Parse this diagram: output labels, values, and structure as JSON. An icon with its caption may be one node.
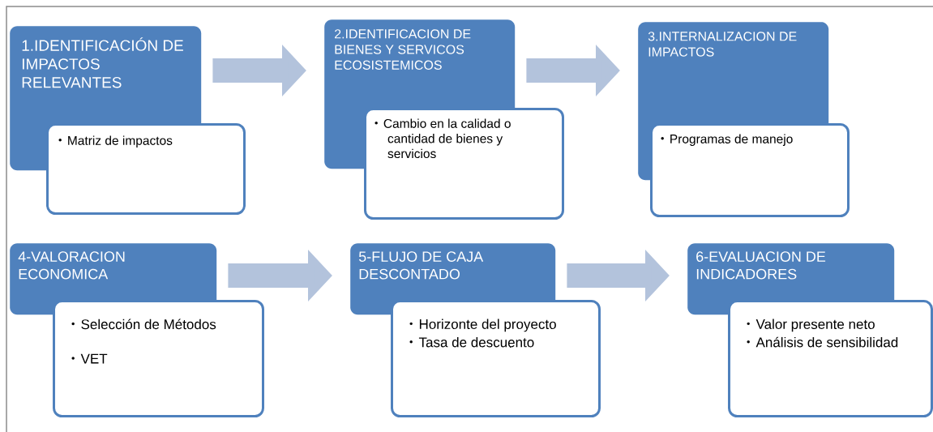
{
  "diagram": {
    "nodes": [
      {
        "text": [
          "1.IDENTIFICACIÓN DE IMPACTOS RELEVANTES"
        ]
      },
      {
        "text": [
          "Matriz de impactos"
        ]
      },
      {
        "text": [
          "2.IDENTIFICACION DE BIENES Y SERVICOS ECOSISTEMICOS"
        ]
      },
      {
        "text": [
          "Cambio en la calidad o cantidad de bienes y servicios"
        ]
      },
      {
        "text": [
          "3.INTERNALIZACION DE IMPACTOS"
        ]
      },
      {
        "text": [
          "Programas de manejo"
        ]
      },
      {
        "text": [
          "4-VALORACION ECONOMICA"
        ]
      },
      {
        "text": [
          "Selección de Métodos",
          "VET"
        ]
      },
      {
        "text": [
          "5-FLUJO DE CAJA DESCONTADO"
        ]
      },
      {
        "text": [
          "Horizonte del proyecto",
          "Tasa de descuento"
        ]
      },
      {
        "text": [
          "6-EVALUACION DE INDICADORES"
        ]
      },
      {
        "text": [
          "Valor presente neto",
          "Análisis de sensibilidad"
        ]
      }
    ],
    "edges": [
      {
        "from": 0,
        "to": 2,
        "arrow": "to"
      },
      {
        "from": 2,
        "to": 4,
        "arrow": "to"
      },
      {
        "from": 6,
        "to": 8,
        "arrow": "to"
      },
      {
        "from": 8,
        "to": 10,
        "arrow": "to"
      }
    ]
  }
}
